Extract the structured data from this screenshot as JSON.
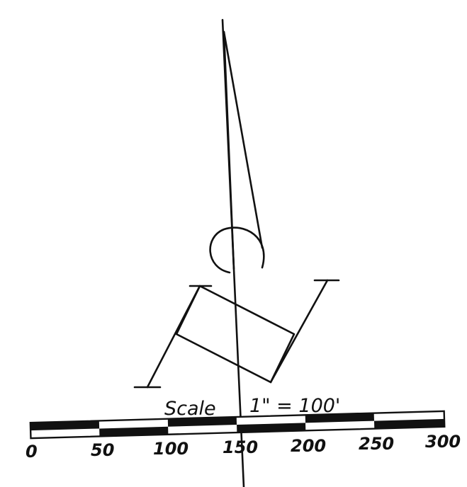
{
  "diagram": {
    "scale_label": "Scale",
    "scale_ratio": "1\" = 100'",
    "bar_ticks": [
      "0",
      "50",
      "100",
      "150",
      "200",
      "250",
      "300"
    ]
  },
  "colors": {
    "ink": "#111111",
    "paper": "#ffffff"
  }
}
